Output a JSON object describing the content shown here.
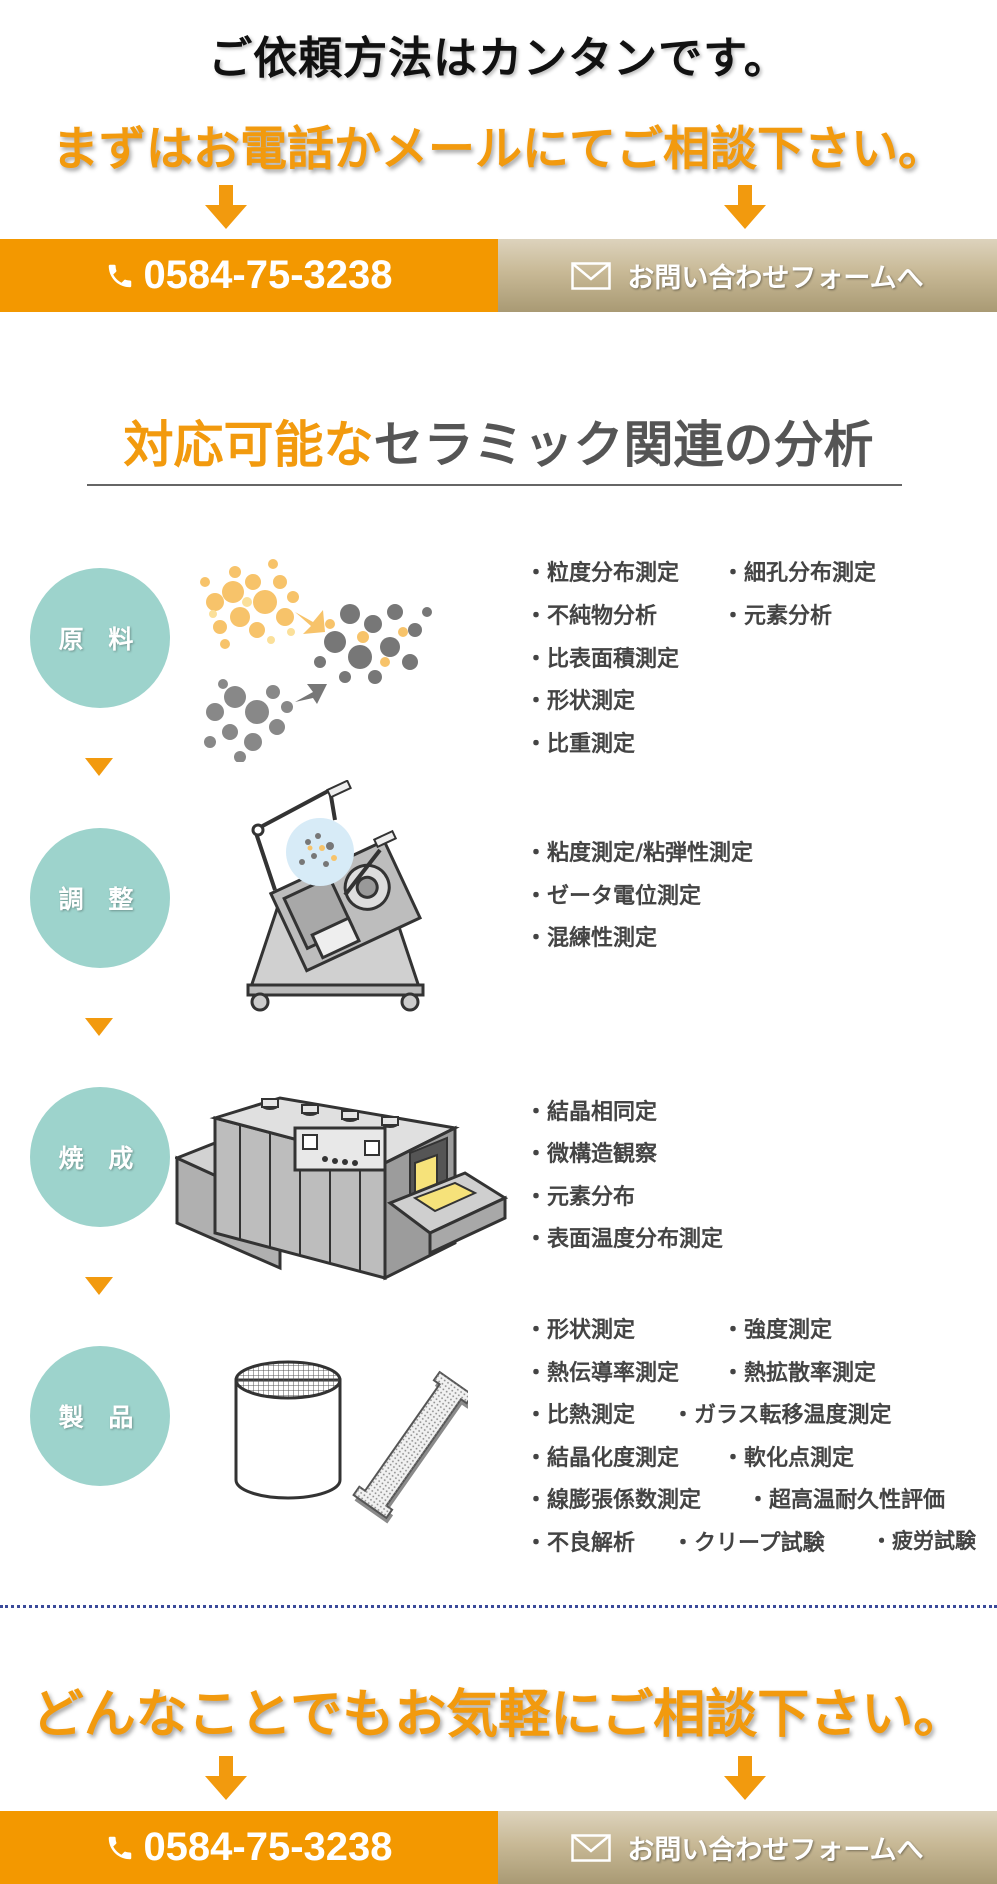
{
  "top": {
    "title": "ご依頼方法はカンタンです。",
    "subtitle": "まずはお電話かメールにてご相談下さい。"
  },
  "cta": {
    "phone": "0584-75-3238",
    "form_label": "お問い合わせフォームへ"
  },
  "section": {
    "title_accent": "対応可能な",
    "title_rest": "セラミック関連の分析"
  },
  "stages": [
    {
      "label": "原 料",
      "items": [
        "・粒度分布測定",
        "・細孔分布測定",
        "・不純物分析",
        "・元素分析",
        "・比表面積測定",
        "・形状測定",
        "・比重測定"
      ]
    },
    {
      "label": "調 整",
      "items": [
        "・粘度測定/粘弾性測定",
        "・ゼータ電位測定",
        "・混練性測定"
      ]
    },
    {
      "label": "焼 成",
      "items": [
        "・結晶相同定",
        "・微構造観察",
        "・元素分布",
        "・表面温度分布測定"
      ]
    },
    {
      "label": "製 品",
      "items": [
        "・形状測定",
        "・強度測定",
        "・熱伝導率測定",
        "・熱拡散率測定",
        "・比熱測定",
        "・ガラス転移温度測定",
        "・結晶化度測定",
        "・軟化点測定",
        "・線膨張係数測定",
        "・超高温耐久性評価",
        "・不良解析",
        "・クリープ試験",
        "・疲労試験"
      ]
    }
  ],
  "bottom": {
    "subtitle": "どんなことでもお気軽にご相談下さい。"
  },
  "colors": {
    "accent": "#f39800",
    "circle": "#9dd3cc",
    "form_button": "#c8b996",
    "dotted_line": "#3a4a9a"
  },
  "icons": {
    "phone": "phone-icon",
    "mail": "mail-icon"
  }
}
